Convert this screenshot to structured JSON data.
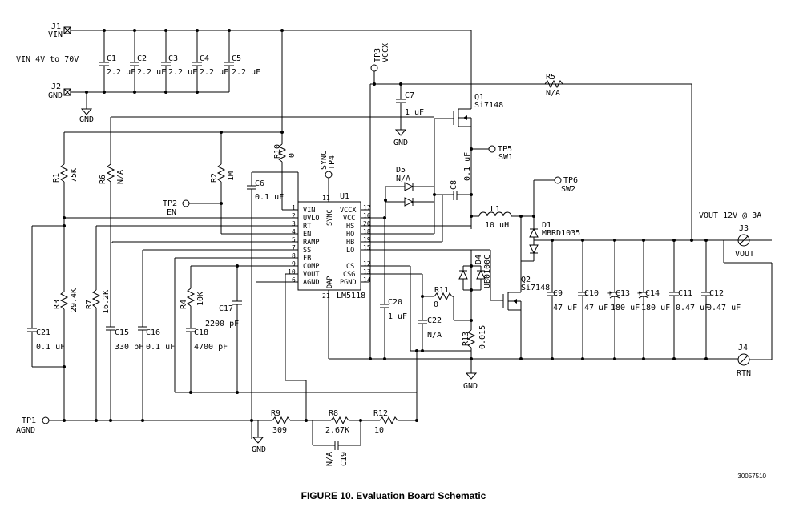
{
  "caption": "FIGURE 10. Evaluation Board Schematic",
  "doc_number": "30057510",
  "ic": {
    "ref": "U1",
    "part": "LM5118",
    "left_pins": [
      {
        "num": "1",
        "name": "VIN"
      },
      {
        "num": "2",
        "name": "UVLO"
      },
      {
        "num": "3",
        "name": "RT"
      },
      {
        "num": "4",
        "name": "EN"
      },
      {
        "num": "5",
        "name": "RAMP"
      },
      {
        "num": "7",
        "name": "SS"
      },
      {
        "num": "8",
        "name": "FB"
      },
      {
        "num": "9",
        "name": "COMP"
      },
      {
        "num": "10",
        "name": "VOUT"
      },
      {
        "num": "6",
        "name": "AGND"
      }
    ],
    "right_pins": [
      {
        "num": "17",
        "name": "VCCX"
      },
      {
        "num": "16",
        "name": "VCC"
      },
      {
        "num": "20",
        "name": "HS"
      },
      {
        "num": "18",
        "name": "HO"
      },
      {
        "num": "19",
        "name": "HB"
      },
      {
        "num": "15",
        "name": "LO"
      },
      {
        "num": "12",
        "name": "CS"
      },
      {
        "num": "13",
        "name": "CSG"
      },
      {
        "num": "14",
        "name": "PGND"
      }
    ],
    "top_pin": {
      "num": "11",
      "name": "SYNC"
    },
    "bottom_pin": {
      "num": "21",
      "name": "DAP"
    }
  },
  "labels": {
    "j1": "J1",
    "j1_net": "VIN",
    "vin_range": "VIN 4V to 70V",
    "j2": "J2",
    "j2_net": "GND",
    "gnd": "GND",
    "c1": "C1",
    "c2": "C2",
    "c3": "C3",
    "c4": "C4",
    "c5": "C5",
    "c1_val": "2.2 uF",
    "c2_val": "2.2 uF",
    "c3_val": "2.2 uF",
    "c4_val": "2.2 uF",
    "c5_val": "2.2 uF",
    "tp3": "TP3",
    "tp3_net": "VCCX",
    "c7": "C7",
    "c7_val": "1 uF",
    "q1": "Q1",
    "q1_part": "Si7148",
    "r5": "R5",
    "r5_val": "N/A",
    "tp5": "TP5",
    "tp5_net": "SW1",
    "r10": "R10",
    "r10_val": "0",
    "tp4": "TP4",
    "tp4_net": "SYNC",
    "r1": "R1",
    "r1_val": "75K",
    "r6": "R6",
    "r6_val": "N/A",
    "r2": "R2",
    "r2_val": "1M",
    "c6": "C6",
    "c6_val": "0.1 uF",
    "d5": "D5",
    "d5_val": "N/A",
    "c8": "C8",
    "c8_val": "0.1 uF",
    "tp6": "TP6",
    "tp6_net": "SW2",
    "tp2": "TP2",
    "tp2_net": "EN",
    "l1": "L1",
    "l1_val": "10 uH",
    "d1": "D1",
    "d1_part": "MBRD1035",
    "vout_spec": "VOUT 12V @ 3A",
    "j3": "J3",
    "j3_net": "VOUT",
    "d4": "D4",
    "d4_part": "UB0100C",
    "q2": "Q2",
    "q2_part": "Si7148",
    "r3": "R3",
    "r3_val": "29.4K",
    "r7": "R7",
    "r7_val": "16.2K",
    "r4": "R4",
    "r4_val": "10K",
    "c17": "C17",
    "c17_val": "2200 pF",
    "c18": "C18",
    "c18_val": "4700 pF",
    "c21": "C21",
    "c21_val": "0.1 uF",
    "c15": "C15",
    "c15_val": "330 pF",
    "c16": "C16",
    "c16_val": "0.1 uF",
    "c20": "C20",
    "c20_val": "1 uF",
    "r11": "R11",
    "r11_val": "0",
    "c22": "C22",
    "c22_val": "N/A",
    "r13": "R13",
    "r13_val": "0.015",
    "c9": "C9",
    "c9_val": "47 uF",
    "c10": "C10",
    "c10_val": "47 uF",
    "c13": "C13",
    "c13_val": "180 uF",
    "c14": "C14",
    "c14_val": "180 uF",
    "c11": "C11",
    "c11_val": "0.47 uF",
    "c12": "C12",
    "c12_val": "0.47 uF",
    "j4": "J4",
    "j4_net": "RTN",
    "tp1": "TP1",
    "tp1_net": "AGND",
    "r9": "R9",
    "r9_val": "309",
    "r8": "R8",
    "r8_val": "2.67K",
    "r12": "R12",
    "r12_val": "10",
    "c19": "C19",
    "c19_val": "N/A"
  }
}
